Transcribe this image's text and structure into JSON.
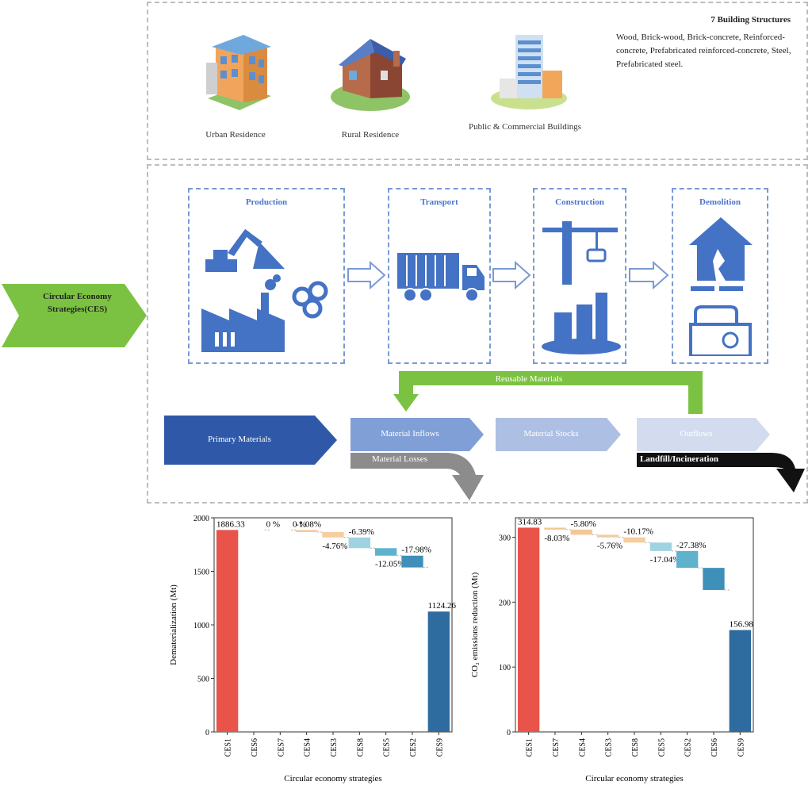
{
  "building_types": [
    {
      "label": "Urban Residence",
      "icon": "urban-residence-icon"
    },
    {
      "label": "Rural Residence",
      "icon": "rural-residence-icon"
    },
    {
      "label": "Public & Commercial Buildings",
      "icon": "public-commercial-icon"
    }
  ],
  "structures": {
    "title": "7 Building Structures",
    "text": "Wood, Brick-wood, Brick-concrete, Reinforced-concrete, Prefabricated reinforced-concrete, Steel, Prefabricated steel."
  },
  "ce_arrow_label": "Circular Economy Strategies(CES)",
  "stages": [
    {
      "title": "Production"
    },
    {
      "title": "Transport"
    },
    {
      "title": "Construction"
    },
    {
      "title": "Demolition"
    }
  ],
  "flows": {
    "reusable": "Reusable Materials",
    "primary": "Primary Materials",
    "inflows": "Material Inflows",
    "stocks": "Material Stocks",
    "outflows": "Outflows",
    "losses": "Material Losses",
    "landfill": "Landfill/Incineration"
  },
  "colors": {
    "increase_bar": "#e8544a",
    "decrease_bar": "#2e6b9e",
    "green": "#7cc242",
    "blue_dark": "#2f59a8"
  },
  "chart_data": [
    {
      "type": "bar",
      "subtype": "waterfall",
      "xlabel": "Circular economy strategies",
      "ylabel": "Dematerialization (Mt)",
      "ylim": [
        0,
        2000
      ],
      "yticks": [
        0,
        500,
        1000,
        1500,
        2000
      ],
      "categories": [
        "CES1",
        "CES6",
        "CES7",
        "CES4",
        "CES3",
        "CES8",
        "CES5",
        "CES2",
        "CES9"
      ],
      "values": [
        1886.33,
        0,
        0,
        -20,
        -50,
        -100,
        -70,
        -110,
        1124.26
      ],
      "labels": [
        "1886.33",
        "0 %",
        "0 %",
        "-1.08%",
        "-4.76%",
        "-6.39%",
        "-12.05%",
        "-17.98%",
        "1124.26"
      ],
      "label_positions": [
        "above",
        "right",
        "right",
        "above",
        "below",
        "above",
        "below",
        "above",
        "above"
      ]
    },
    {
      "type": "bar",
      "subtype": "waterfall",
      "xlabel": "Circular economy strategies",
      "ylabel": "CO₂ emissions reduction (Mt)",
      "ylim": [
        0,
        330
      ],
      "yticks": [
        0,
        100,
        200,
        300
      ],
      "categories": [
        "CES1",
        "CES7",
        "CES4",
        "CES3",
        "CES8",
        "CES5",
        "CES2",
        "CES6",
        "CES9"
      ],
      "values": [
        314.83,
        -3,
        -8,
        -4,
        -8,
        -13,
        -26,
        -34,
        156.98
      ],
      "labels": [
        "314.83",
        "-8.03%",
        "-5.80%",
        "-5.76%",
        "-10.17%",
        "-17.04%",
        "-27.38%",
        "",
        "156.98"
      ],
      "label_positions": [
        "above",
        "below",
        "above",
        "below",
        "above",
        "below",
        "above",
        "none",
        "above"
      ]
    }
  ]
}
